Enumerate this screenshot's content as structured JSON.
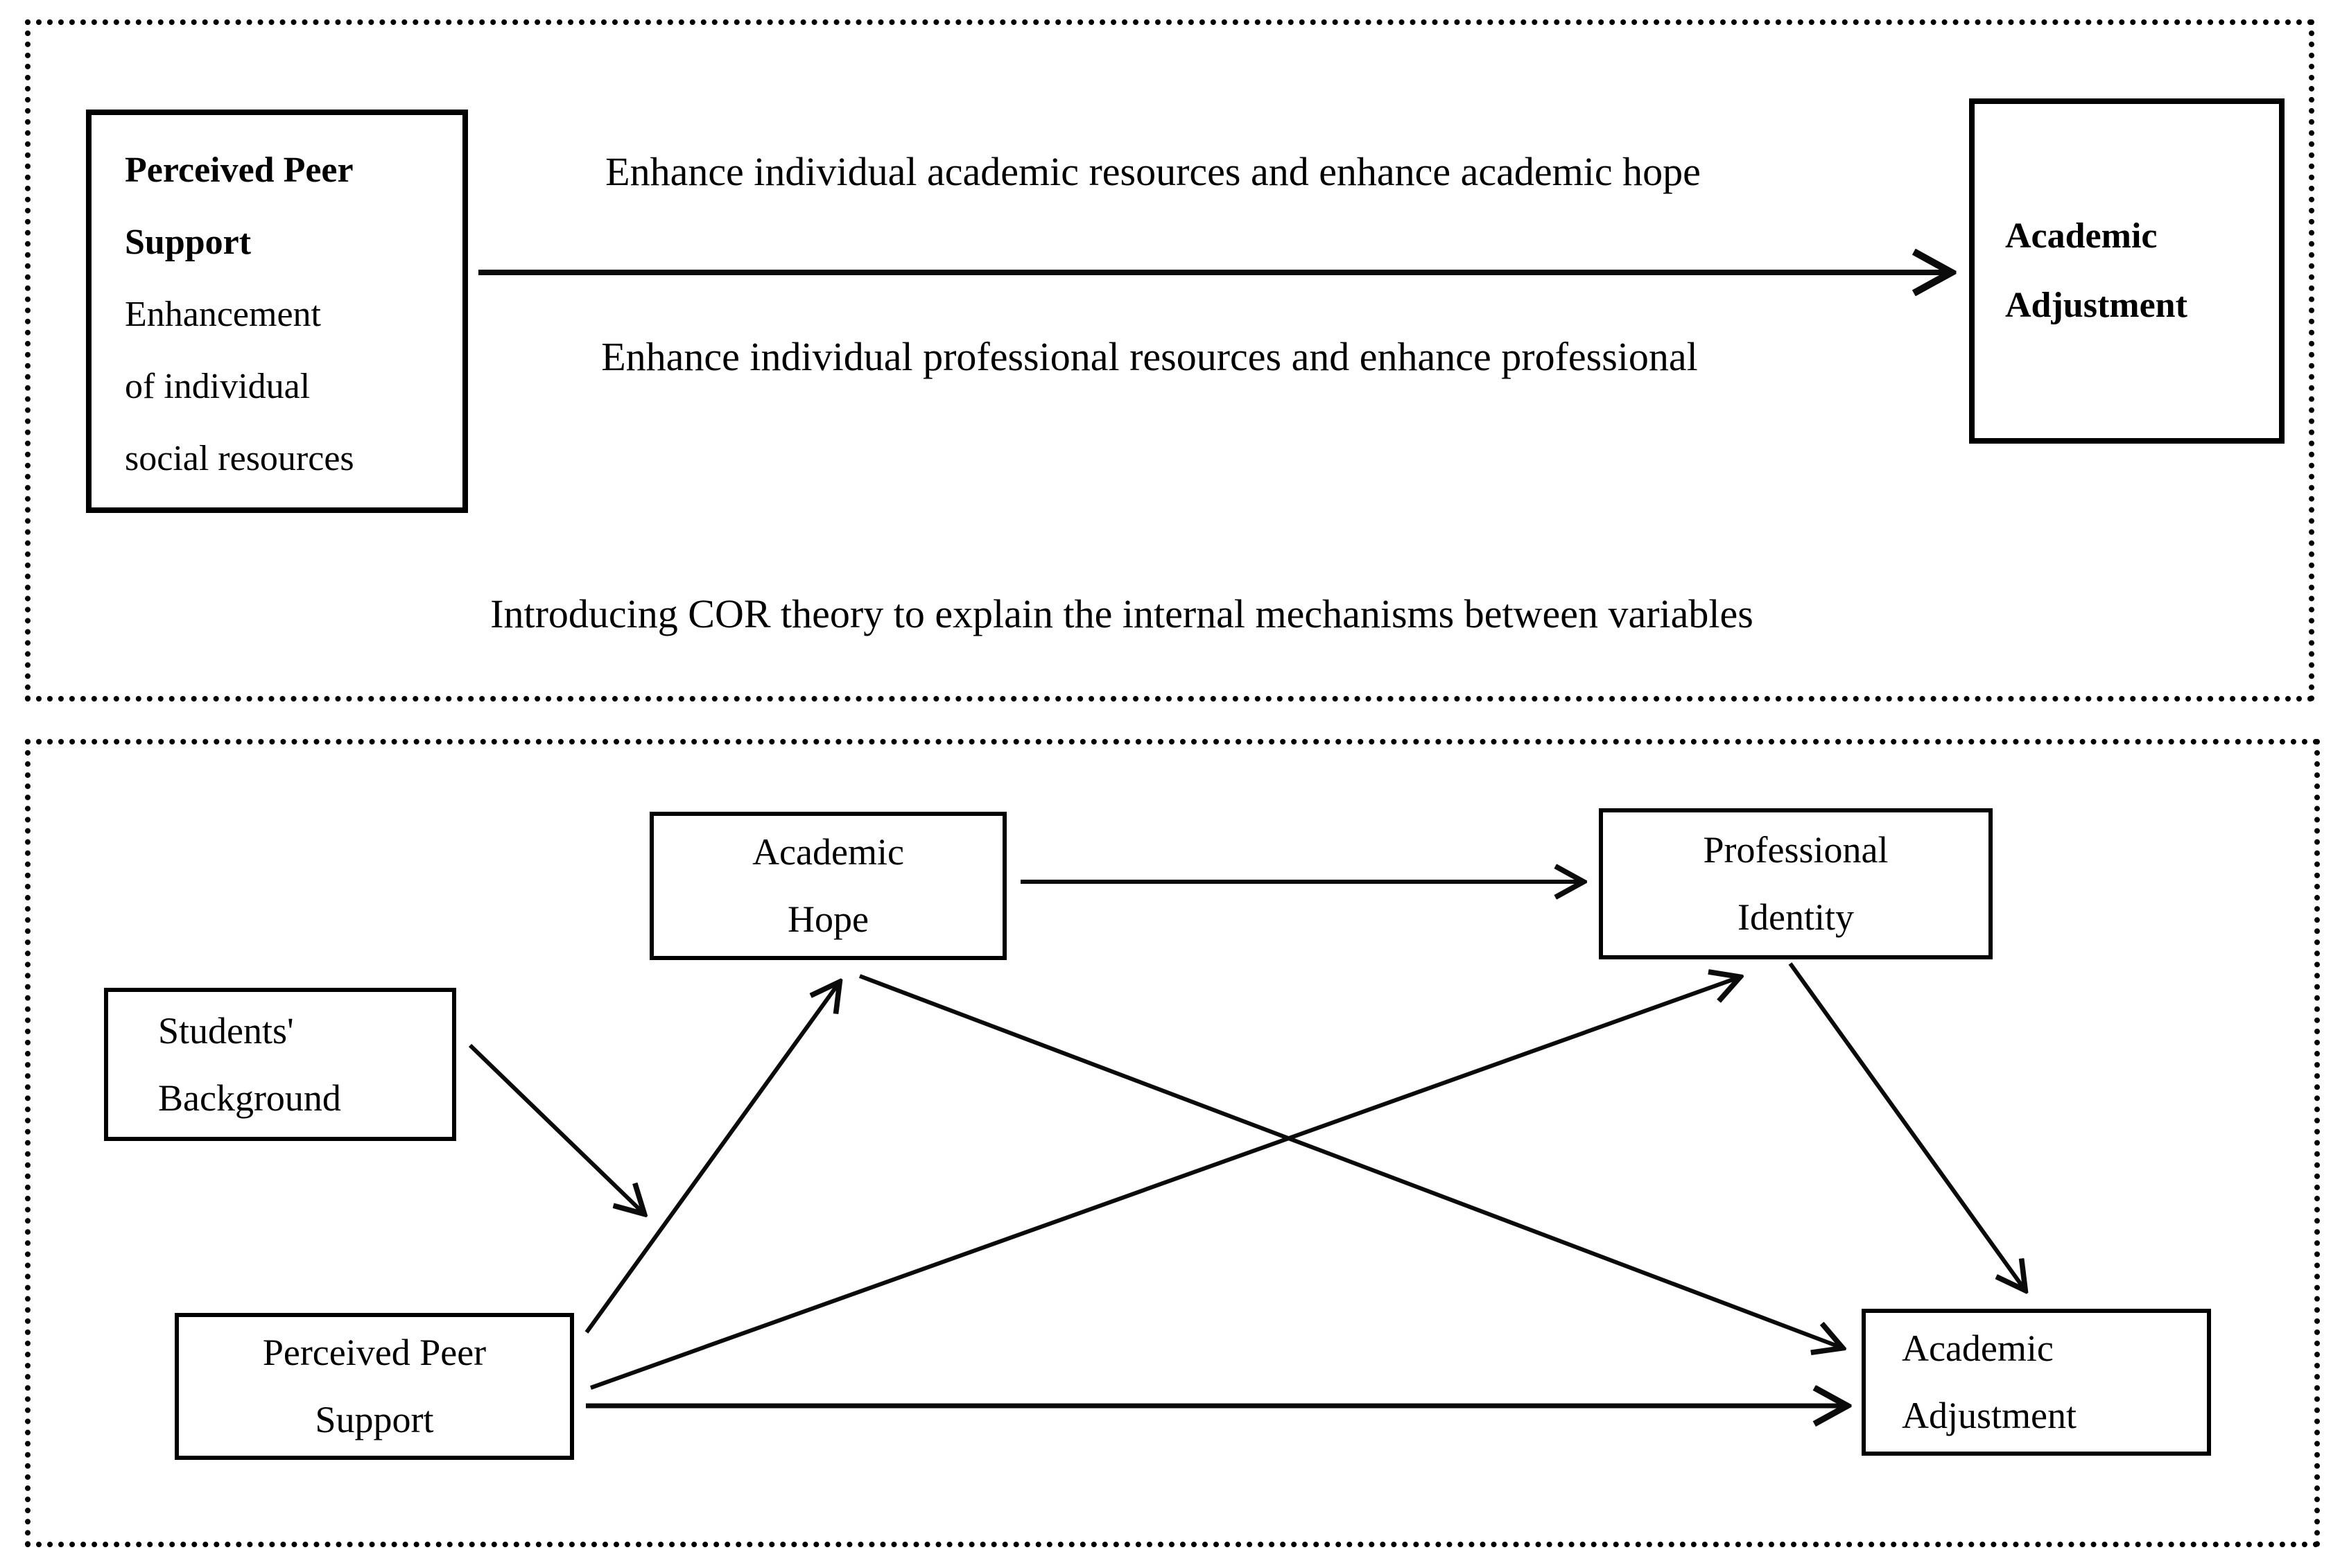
{
  "figure": {
    "panel_top": {
      "source_box": {
        "bold_lines": [
          "Perceived Peer",
          "Support"
        ],
        "normal_lines": [
          "Enhancement",
          "of individual",
          "social resources"
        ]
      },
      "outcome_box": {
        "lines": [
          "Academic",
          "Adjustment"
        ]
      },
      "arrow_label_above": "Enhance individual academic resources and enhance academic hope",
      "arrow_label_below": "Enhance individual professional resources and enhance professional",
      "caption": "Introducing COR theory to explain the internal mechanisms between variables"
    },
    "panel_bottom": {
      "academic_hope": {
        "lines": [
          "Academic",
          "Hope"
        ]
      },
      "professional_identity": {
        "lines": [
          "Professional",
          "Identity"
        ]
      },
      "students_background": {
        "lines": [
          "Students'",
          "Background"
        ]
      },
      "perceived_peer_support": {
        "lines": [
          "Perceived Peer",
          "Support"
        ]
      },
      "academic_adjustment": {
        "lines": [
          "Academic",
          "Adjustment"
        ]
      }
    },
    "colors": {
      "ink": "#000000",
      "paper": "#ffffff"
    }
  }
}
